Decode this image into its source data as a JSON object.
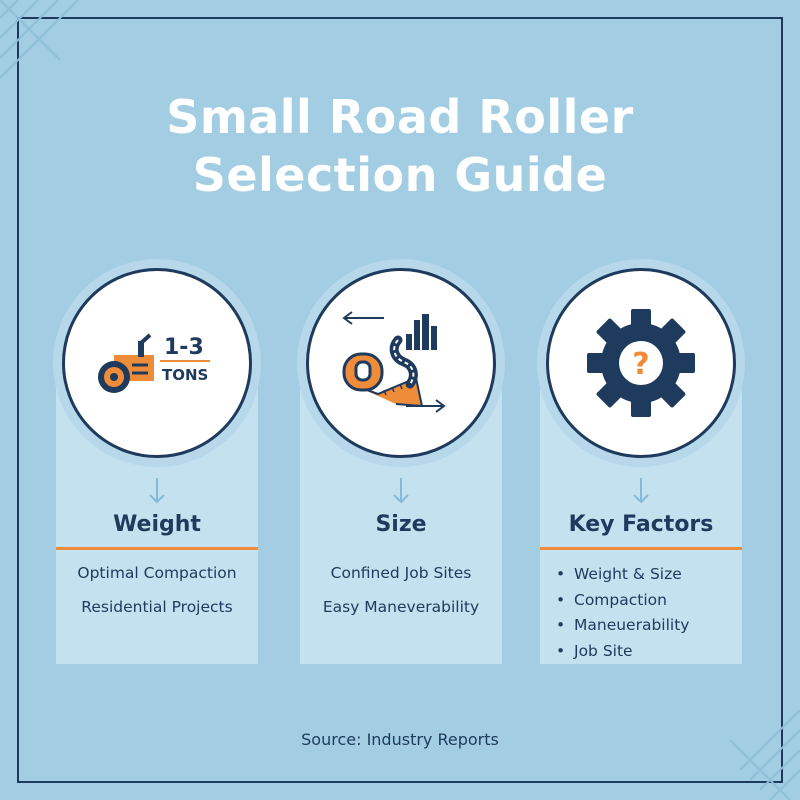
{
  "title": {
    "line1": "Small Road Roller",
    "line2": "Selection Guide"
  },
  "cards": [
    {
      "icon": "road-roller-icon",
      "badge_top": "1-3",
      "badge_bottom": "TONS",
      "title": "Weight",
      "lines": [
        "Optimal Compaction",
        "Residential Projects"
      ]
    },
    {
      "icon": "tape-measure-path-icon",
      "title": "Size",
      "lines": [
        "Confined Job Sites",
        "Easy Maneverability"
      ]
    },
    {
      "icon": "gear-question-icon",
      "icon_glyph": "?",
      "title": "Key Factors",
      "bullets": [
        "Weight & Size",
        "Compaction",
        "Maneuerability",
        "Job Site"
      ]
    }
  ],
  "source": "Source: Industry Reports",
  "colors": {
    "background": "#a2cde3",
    "card": "#c4e1ef",
    "navy": "#1e3a5c",
    "accent_orange": "#ee8c3a",
    "white": "#ffffff"
  }
}
